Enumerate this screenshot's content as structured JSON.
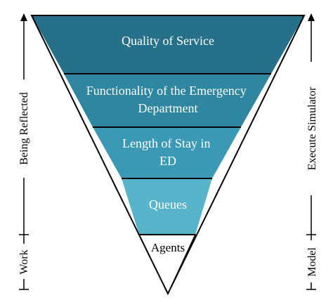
{
  "levels": [
    {
      "lines": [
        "Quality of Service"
      ],
      "color": "#27708a"
    },
    {
      "lines": [
        "Functionality of the Emergency",
        "Department"
      ],
      "color": "#2f86a0"
    },
    {
      "lines": [
        "Length of Stay in",
        "ED"
      ],
      "color": "#3b99b5"
    },
    {
      "lines": [
        "Queues"
      ],
      "color": "#58b4cb"
    }
  ],
  "base_level": {
    "label": "Agents",
    "color": "#ffffff"
  },
  "left_axis": {
    "top_label": "Being Reflected",
    "bottom_label": "Work"
  },
  "right_axis": {
    "top_label": "Execute Simulator",
    "bottom_label": "Model"
  }
}
